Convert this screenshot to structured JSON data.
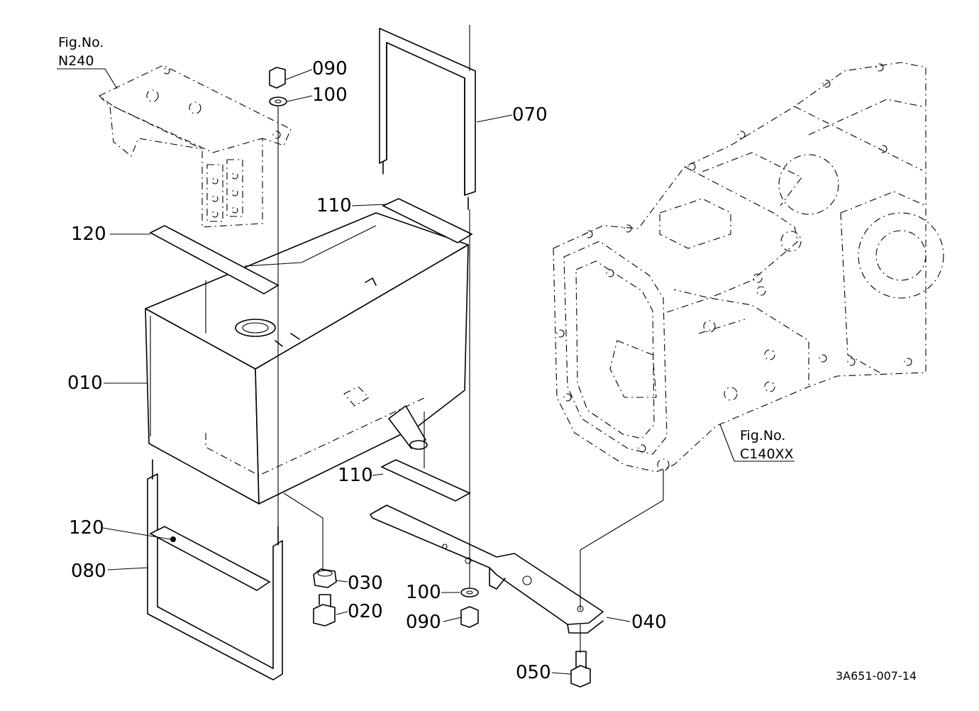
{
  "parts": {
    "p010": "010",
    "p020": "020",
    "p030": "030",
    "p040": "040",
    "p050": "050",
    "p070": "070",
    "p080": "080",
    "p090_top": "090",
    "p090_bottom": "090",
    "p100_top": "100",
    "p100_bottom": "100",
    "p110_top": "110",
    "p110_bottom": "110",
    "p120_top": "120",
    "p120_bottom": "120"
  },
  "fig_refs": {
    "bracket_fig_label": "Fig.No.",
    "bracket_fig_no": "N240",
    "housing_fig_label": "Fig.No.",
    "housing_fig_no": "C140XX"
  },
  "drawing_code": "3A651-007-14"
}
